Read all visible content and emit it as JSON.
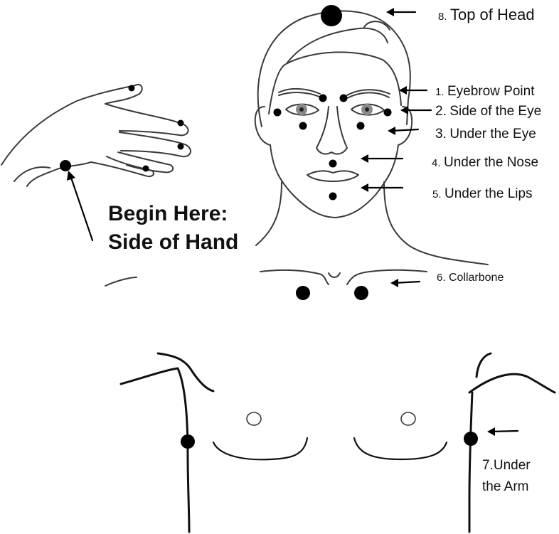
{
  "points": [
    {
      "number": "8.",
      "name": "Top of Head"
    },
    {
      "number": "1.",
      "name": "Eyebrow Point"
    },
    {
      "number": "2.",
      "name": "Side of the Eye"
    },
    {
      "number": "3.",
      "name": "Under the Eye"
    },
    {
      "number": "4.",
      "name": "Under the Nose"
    },
    {
      "number": "5.",
      "name": "Under the Lips"
    },
    {
      "number": "6.",
      "name": "Collarbone"
    },
    {
      "number": "7.",
      "name": "Under",
      "name_line2": "the Arm"
    }
  ],
  "start": {
    "line1": "Begin Here:",
    "line2": "Side of Hand"
  },
  "colors": {
    "ink": "#111111",
    "line": "#3a3a3a",
    "dot": "#000000",
    "background": "#ffffff"
  }
}
